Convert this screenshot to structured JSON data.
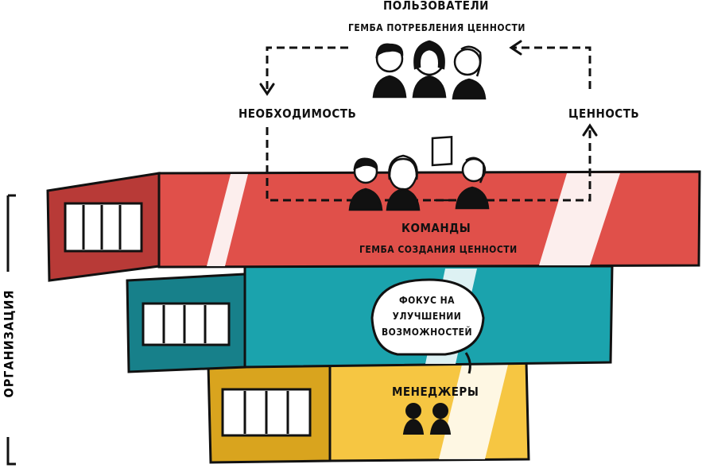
{
  "users": {
    "title": "ПОЛЬЗОВАТЕЛИ",
    "subtitle": "ГЕМБА ПОТРЕБЛЕНИЯ ЦЕННОСТИ"
  },
  "flow": {
    "need": "НЕОБХОДИМОСТЬ",
    "value": "ЦЕННОСТЬ"
  },
  "teams": {
    "title": "КОМАНДЫ",
    "subtitle": "ГЕМБА СОЗДАНИЯ ЦЕННОСТИ"
  },
  "bubble": {
    "line1": "ФОКУС НА",
    "line2": "УЛУЧШЕНИИ",
    "line3": "ВОЗМОЖНОСТЕЙ"
  },
  "managers": {
    "title": "МЕНЕДЖЕРЫ"
  },
  "organization": {
    "label": "ОРГАНИЗАЦИЯ"
  },
  "colors": {
    "red": "#E0504A",
    "red_dark": "#B83A37",
    "teal": "#1BA3AD",
    "teal_dark": "#17808A",
    "yellow": "#F6C642",
    "yellow_dark": "#D9A41E",
    "outline": "#111111"
  }
}
